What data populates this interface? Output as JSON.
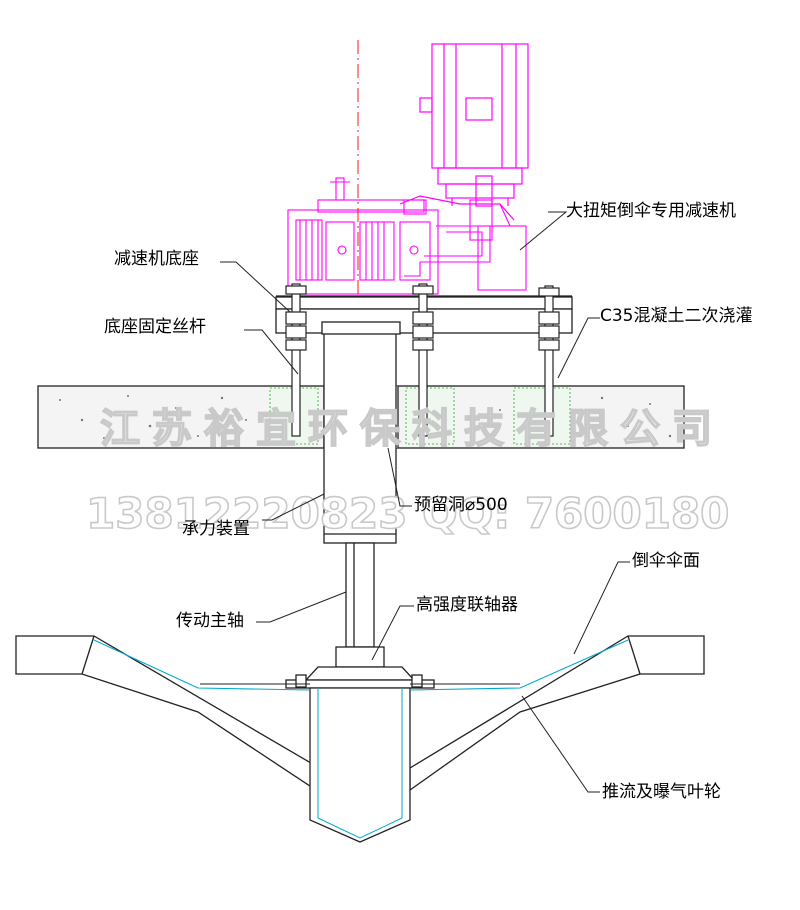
{
  "watermark": {
    "company": "江苏裕宜环保科技有限公司",
    "phone": "13812220823",
    "qq": "QQ: 7600180"
  },
  "labels": {
    "reducer": "大扭矩倒伞专用减速机",
    "reducer_base": "减速机底座",
    "base_screw": "底座固定丝杆",
    "concrete": "C35混凝土二次浇灌",
    "reserved_hole": "预留洞⌀500",
    "bearing_device": "承力装置",
    "main_shaft": "传动主轴",
    "coupling": "高强度联轴器",
    "umbrella_surface": "倒伞伞面",
    "impeller": "推流及曝气叶轮"
  },
  "colors": {
    "line": "#222222",
    "motor": "#ff00ff",
    "centerline": "#ff0000",
    "concrete_fill": "#f2f2f2",
    "green_grout": "#22aa22",
    "cyan_liner": "#00aacc"
  }
}
